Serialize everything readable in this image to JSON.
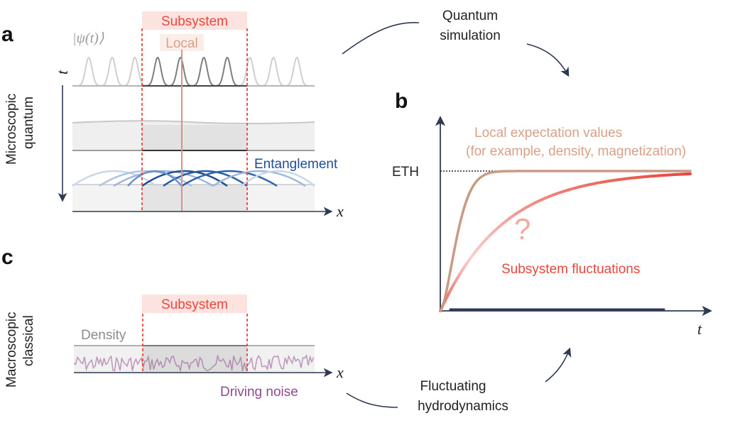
{
  "panels": {
    "a": "a",
    "b": "b",
    "c": "c"
  },
  "panel_a": {
    "side_line1": "Microscopic",
    "side_line2": "quantum",
    "state": "|ψ(t)⟩",
    "subsystem": "Subsystem",
    "local": "Local",
    "t_axis": "t",
    "x_axis": "x",
    "entanglement": "Entanglement"
  },
  "panel_b": {
    "eth": "ETH",
    "local_line1": "Local expectation values",
    "local_line2": "(for example, density, magnetization)",
    "question": "?",
    "fluctuations": "Subsystem fluctuations",
    "t_axis": "t"
  },
  "panel_c": {
    "side_line1": "Macroscopic",
    "side_line2": "classical",
    "subsystem": "Subsystem",
    "density": "Density",
    "x_axis": "x",
    "noise": "Driving noise"
  },
  "arrows": {
    "quantum_line1": "Quantum",
    "quantum_line2": "simulation",
    "fluct_line1": "Fluctuating",
    "fluct_line2": "hydrodynamics"
  },
  "colors": {
    "subsystem": "#e8473c",
    "subsystem_bg": "#fde3e0",
    "local": "#d9a088",
    "entanglement": "#1f4e96",
    "noise": "#8e4a8e",
    "axis": "#2f3a52",
    "gray": "#8c8c8c"
  }
}
